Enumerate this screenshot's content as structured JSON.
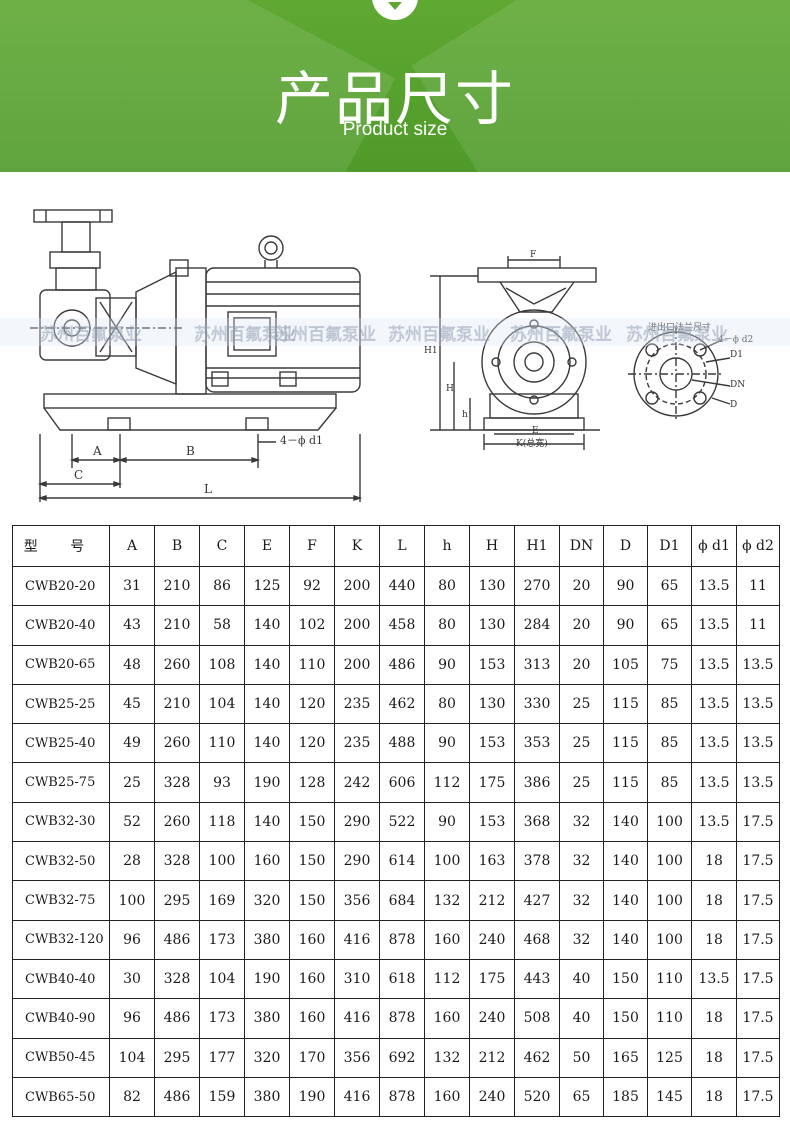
{
  "header": {
    "title": "产品尺寸",
    "subtitle": "Product size"
  },
  "drawing": {
    "side_labels": {
      "A": "A",
      "B": "B",
      "C": "C",
      "L": "L",
      "bolt": "4－ϕ d1"
    },
    "front_labels": {
      "F": "F",
      "H1": "H1",
      "H": "H",
      "h": "h",
      "E": "E",
      "K": "K(总宽)"
    },
    "flange_labels": {
      "title": "进出口法兰尺寸",
      "bolt": "4－ϕ d2",
      "D1": "D1",
      "DN": "DN",
      "D": "D"
    },
    "watermark": "苏州百氟泵业"
  },
  "table": {
    "headers": [
      "型 号",
      "A",
      "B",
      "C",
      "E",
      "F",
      "K",
      "L",
      "h",
      "H",
      "H1",
      "DN",
      "D",
      "D1",
      "ϕ d1",
      "ϕ d2"
    ],
    "rows": [
      [
        "CWB20-20",
        "31",
        "210",
        "86",
        "125",
        "92",
        "200",
        "440",
        "80",
        "130",
        "270",
        "20",
        "90",
        "65",
        "13.5",
        "11"
      ],
      [
        "CWB20-40",
        "43",
        "210",
        "58",
        "140",
        "102",
        "200",
        "458",
        "80",
        "130",
        "284",
        "20",
        "90",
        "65",
        "13.5",
        "11"
      ],
      [
        "CWB20-65",
        "48",
        "260",
        "108",
        "140",
        "110",
        "200",
        "486",
        "90",
        "153",
        "313",
        "20",
        "105",
        "75",
        "13.5",
        "13.5"
      ],
      [
        "CWB25-25",
        "45",
        "210",
        "104",
        "140",
        "120",
        "235",
        "462",
        "80",
        "130",
        "330",
        "25",
        "115",
        "85",
        "13.5",
        "13.5"
      ],
      [
        "CWB25-40",
        "49",
        "260",
        "110",
        "140",
        "120",
        "235",
        "488",
        "90",
        "153",
        "353",
        "25",
        "115",
        "85",
        "13.5",
        "13.5"
      ],
      [
        "CWB25-75",
        "25",
        "328",
        "93",
        "190",
        "128",
        "242",
        "606",
        "112",
        "175",
        "386",
        "25",
        "115",
        "85",
        "13.5",
        "13.5"
      ],
      [
        "CWB32-30",
        "52",
        "260",
        "118",
        "140",
        "150",
        "290",
        "522",
        "90",
        "153",
        "368",
        "32",
        "140",
        "100",
        "13.5",
        "17.5"
      ],
      [
        "CWB32-50",
        "28",
        "328",
        "100",
        "160",
        "150",
        "290",
        "614",
        "100",
        "163",
        "378",
        "32",
        "140",
        "100",
        "18",
        "17.5"
      ],
      [
        "CWB32-75",
        "100",
        "295",
        "169",
        "320",
        "150",
        "356",
        "684",
        "132",
        "212",
        "427",
        "32",
        "140",
        "100",
        "18",
        "17.5"
      ],
      [
        "CWB32-120",
        "96",
        "486",
        "173",
        "380",
        "160",
        "416",
        "878",
        "160",
        "240",
        "468",
        "32",
        "140",
        "100",
        "18",
        "17.5"
      ],
      [
        "CWB40-40",
        "30",
        "328",
        "104",
        "190",
        "160",
        "310",
        "618",
        "112",
        "175",
        "443",
        "40",
        "150",
        "110",
        "13.5",
        "17.5"
      ],
      [
        "CWB40-90",
        "96",
        "486",
        "173",
        "380",
        "160",
        "416",
        "878",
        "160",
        "240",
        "508",
        "40",
        "150",
        "110",
        "18",
        "17.5"
      ],
      [
        "CWB50-45",
        "104",
        "295",
        "177",
        "320",
        "170",
        "356",
        "692",
        "132",
        "212",
        "462",
        "50",
        "165",
        "125",
        "18",
        "17.5"
      ],
      [
        "CWB65-50",
        "82",
        "486",
        "159",
        "380",
        "190",
        "416",
        "878",
        "160",
        "240",
        "520",
        "65",
        "185",
        "145",
        "18",
        "17.5"
      ]
    ]
  }
}
